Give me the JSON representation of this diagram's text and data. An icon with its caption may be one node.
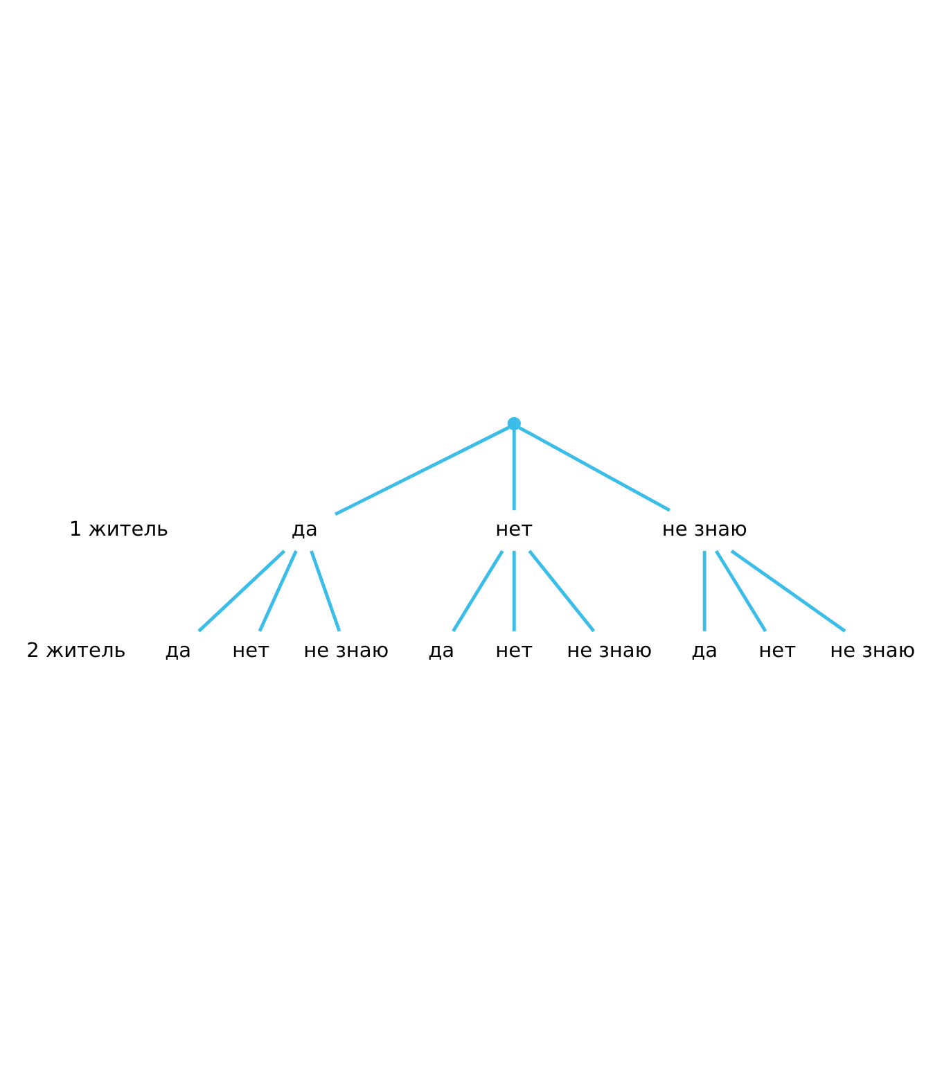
{
  "diagram": {
    "nodes": [
      {
        "text": [],
        "shape": "circle"
      },
      {
        "text": [
          "да"
        ]
      },
      {
        "text": [
          "нет"
        ]
      },
      {
        "text": [
          "не знаю"
        ]
      },
      {
        "text": [
          "да"
        ]
      },
      {
        "text": [
          "нет"
        ]
      },
      {
        "text": [
          "не знаю"
        ]
      },
      {
        "text": [
          "да"
        ]
      },
      {
        "text": [
          "нет"
        ]
      },
      {
        "text": [
          "не знаю"
        ]
      },
      {
        "text": [
          "да"
        ]
      },
      {
        "text": [
          "нет"
        ]
      },
      {
        "text": [
          "не знаю"
        ]
      }
    ],
    "edges": [
      {
        "from": 0,
        "to": 1,
        "arrow": "none"
      },
      {
        "from": 0,
        "to": 2,
        "arrow": "none"
      },
      {
        "from": 0,
        "to": 3,
        "arrow": "none"
      },
      {
        "from": 1,
        "to": 4,
        "arrow": "none"
      },
      {
        "from": 1,
        "to": 5,
        "arrow": "none"
      },
      {
        "from": 1,
        "to": 6,
        "arrow": "none"
      },
      {
        "from": 2,
        "to": 7,
        "arrow": "none"
      },
      {
        "from": 2,
        "to": 8,
        "arrow": "none"
      },
      {
        "from": 2,
        "to": 9,
        "arrow": "none"
      },
      {
        "from": 3,
        "to": 10,
        "arrow": "none"
      },
      {
        "from": 3,
        "to": 11,
        "arrow": "none"
      },
      {
        "from": 3,
        "to": 12,
        "arrow": "none"
      }
    ],
    "labels": [
      "1 житель",
      "2 житель"
    ]
  }
}
